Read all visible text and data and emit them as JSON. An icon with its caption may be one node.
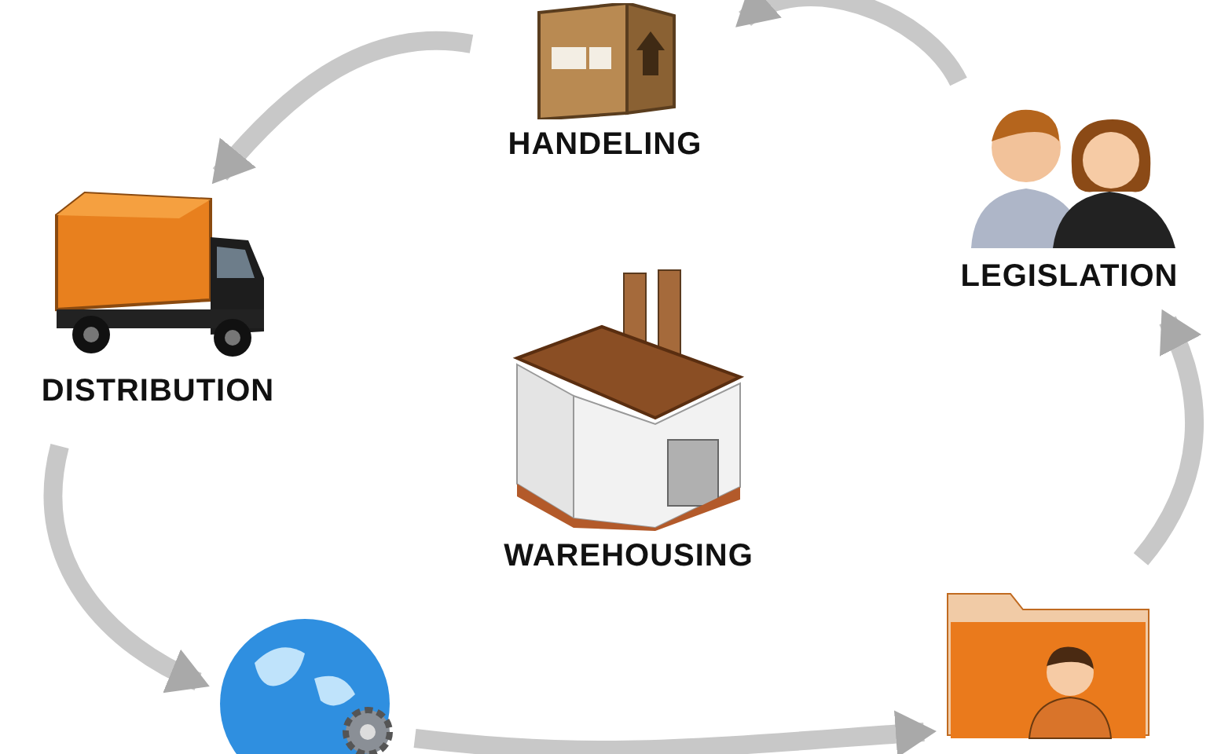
{
  "diagram": {
    "nodes": [
      {
        "text": [
          "HANDELING"
        ]
      },
      {
        "text": [
          "LEGISLATION"
        ]
      },
      {
        "text": [
          "DISTRIBUTION"
        ]
      },
      {
        "text": [
          "WAREHOUSING"
        ]
      },
      {
        "text": [],
        "shape": "picture"
      },
      {
        "text": [],
        "shape": "picture"
      }
    ],
    "edges": [
      {
        "from": 0,
        "to": 2,
        "arrow": "to"
      },
      {
        "from": 2,
        "to": 4,
        "arrow": "to"
      },
      {
        "from": 4,
        "to": 5,
        "arrow": "to"
      },
      {
        "from": 5,
        "to": 1,
        "arrow": "to"
      },
      {
        "from": 1,
        "to": 0,
        "arrow": "to"
      }
    ]
  }
}
